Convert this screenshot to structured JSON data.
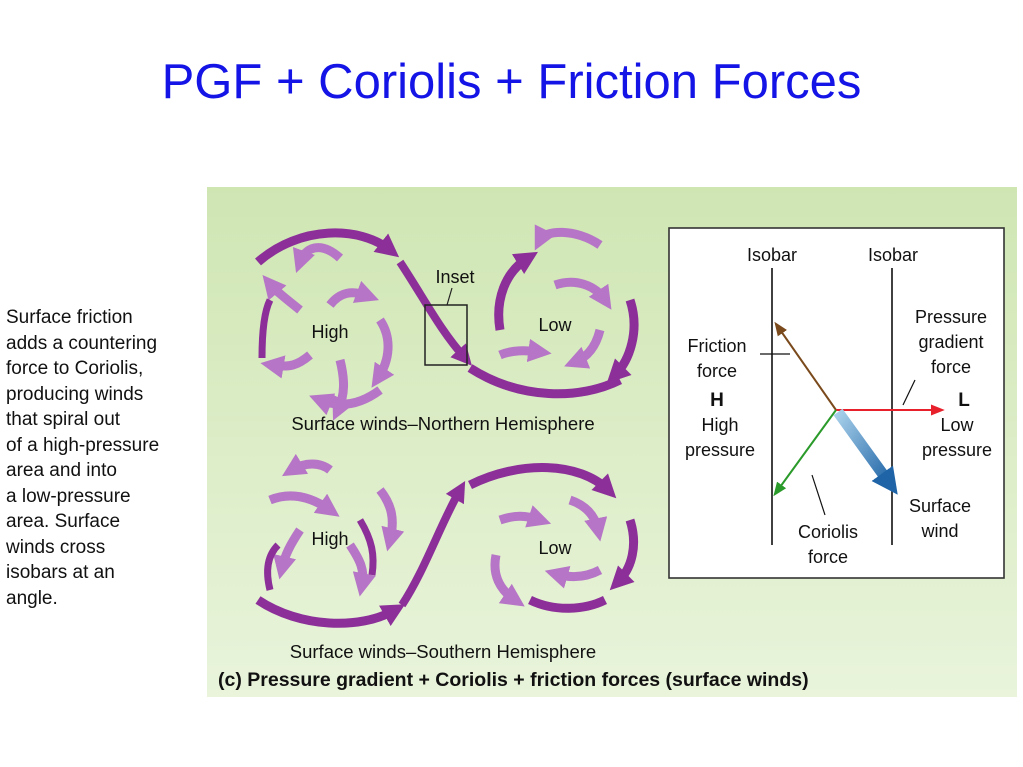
{
  "slide": {
    "title": "PGF + Coriolis + Friction Forces"
  },
  "side_caption": [
    "Surface friction",
    "adds a countering",
    "force to Coriolis,",
    "producing winds",
    "that spiral out",
    "of a high-pressure",
    "area and into",
    "a low-pressure",
    "area. Surface",
    "winds cross",
    "isobars at an",
    "angle."
  ],
  "figure": {
    "background_color": "#ddeec6",
    "arrow_dark": "#8c2f99",
    "arrow_light": "#c98fd6",
    "northern": {
      "high": "High",
      "low": "Low",
      "inset": "Inset",
      "caption": "Surface winds–Northern Hemisphere"
    },
    "southern": {
      "high": "High",
      "low": "Low",
      "caption": "Surface winds–Southern Hemisphere"
    },
    "caption": "(c) Pressure gradient + Coriolis + friction forces (surface winds)"
  },
  "inset": {
    "isobar_left": "Isobar",
    "isobar_right": "Isobar",
    "friction": [
      "Friction",
      "force"
    ],
    "H": "H",
    "high_pressure": [
      "High",
      "pressure"
    ],
    "pgf": [
      "Pressure",
      "gradient",
      "force"
    ],
    "L": "L",
    "low_pressure": [
      "Low",
      "pressure"
    ],
    "surface_wind": [
      "Surface",
      "wind"
    ],
    "coriolis": [
      "Coriolis",
      "force"
    ],
    "colors": {
      "friction": "#7a4a1c",
      "pgf": "#e8202c",
      "coriolis": "#2a9a2a",
      "surface_wind": "#2f7eb8"
    }
  }
}
